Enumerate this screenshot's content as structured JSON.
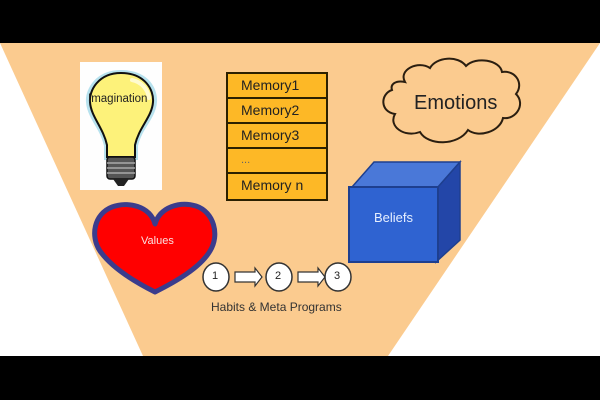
{
  "diagram": {
    "title": "Internal representation filters",
    "colors": {
      "funnel": "#fbcb8f",
      "memory_fill": "#fdb826",
      "heart_fill": "#ff0000",
      "heart_stroke": "#3b3c8c",
      "cube_front": "#2f63d1",
      "bulb_fill": "#fdf27a"
    },
    "imagination": {
      "label": "Imagination",
      "icon": "lightbulb-icon"
    },
    "memories": {
      "items": [
        "Memory1",
        "Memory2",
        "Memory3",
        "...",
        "Memory n"
      ]
    },
    "emotions": {
      "label": "Emotions",
      "icon": "cloud-icon"
    },
    "values": {
      "label": "Values",
      "icon": "heart-icon"
    },
    "beliefs": {
      "label": "Beliefs",
      "icon": "cube-icon"
    },
    "habits": {
      "steps": [
        "1",
        "2",
        "3"
      ],
      "label": "Habits & Meta Programs"
    }
  }
}
